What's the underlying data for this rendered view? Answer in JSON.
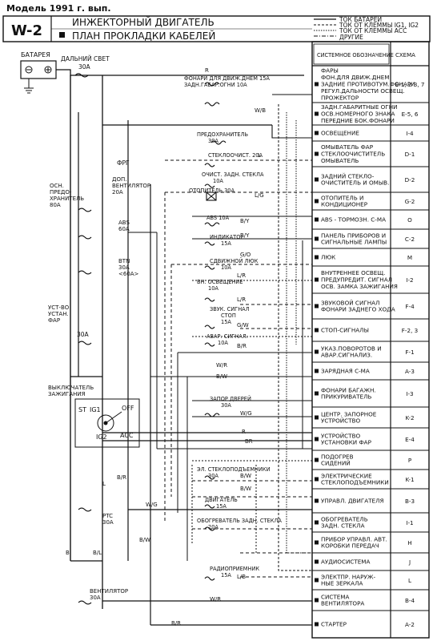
{
  "page_title": "Модель 1991 г. вып.",
  "header": {
    "code": "W-2",
    "line1": "ИНЖЕКТОРНЫЙ ДВИГАТЕЛЬ",
    "line2": "ПЛАН ПРОКЛАДКИ КАБЕЛЕЙ",
    "legend": [
      "ТОК БАТАРЕИ",
      "ТОК ОТ КЛЕММЫ IG1, IG2",
      "ТОК ОТ КЛЕММЫ АСС",
      "ДРУГИЕ"
    ]
  },
  "table_header": {
    "system": "СИСТЕМНОЕ ОБОЗНАЧЕНИЕ",
    "scheme": "СХЕМА"
  },
  "systems": [
    {
      "lines": [
        "ФАРЫ",
        "ФОН.ДЛЯ ДВИЖ.ДНЕМ",
        "ЗАДНИЕ ПРОТИВОТУМ.ФОНАРИ",
        "РЕГУЛ.ДАЛЬНОСТИ ОСВЕЩ.",
        "ПРОЖЕКТОР"
      ],
      "code": "E-1, 2 3, 7"
    },
    {
      "lines": [
        "ЗАДН.ГАБАРИТНЫЕ ОГНИ",
        "ОСВ.НОМЕРНОГО ЗНАКА",
        "ПЕРЕДНИЕ БОК.ФОНАРИ"
      ],
      "code": "E-5, 6"
    },
    {
      "lines": [
        "ОСВЕЩЕНИЕ"
      ],
      "code": "I-4"
    },
    {
      "lines": [
        "ОМЫВАТЕЛЬ ФАР",
        "СТЕКЛООЧИСТИТЕЛЬ",
        "ОМЫВАТЕЛЬ"
      ],
      "code": "D-1"
    },
    {
      "lines": [
        "ЗАДНИЙ СТЕКЛО-",
        "ОЧИСТИТЕЛЬ И ОМЫВ."
      ],
      "code": "D-2"
    },
    {
      "lines": [
        "ОТОПИТЕЛЬ И",
        "КОНДИЦИОНЕР"
      ],
      "code": "G-2"
    },
    {
      "lines": [
        "ABS - ТОРМОЗН. С-МА"
      ],
      "code": "O"
    },
    {
      "lines": [
        "ПАНЕЛЬ ПРИБОРОВ И",
        "СИГНАЛЬНЫЕ ЛАМПЫ"
      ],
      "code": "C-2"
    },
    {
      "lines": [
        "ЛЮК"
      ],
      "code": "M"
    },
    {
      "lines": [
        "ВНУТРЕННЕЕ ОСВЕЩ.",
        "ПРЕДУПРЕДИТ. СИГНАЛ",
        "ОСВ. ЗАМКА ЗАЖИГАНИЯ"
      ],
      "code": "I-2"
    },
    {
      "lines": [
        "ЗВУКОВОЙ СИГНАЛ",
        "ФОНАРИ ЗАДНЕГО ХОДА"
      ],
      "code": "F-4"
    },
    {
      "lines": [
        "СТОП-СИГНАЛЫ"
      ],
      "code": "F-2, 3"
    },
    {
      "lines": [
        "УКАЗ.ПОВОРОТОВ И",
        "АВАР.СИГНАЛИЗ."
      ],
      "code": "F-1"
    },
    {
      "lines": [
        "ЗАРЯДНАЯ С-МА"
      ],
      "code": "A-3"
    },
    {
      "lines": [
        "ФОНАРИ БАГАЖН.",
        "ПРИКУРИВАТЕЛЬ"
      ],
      "code": "I-3"
    },
    {
      "lines": [
        "ЦЕНТР. ЗАПОРНОЕ",
        "УСТРОЙСТВО"
      ],
      "code": "K-2"
    },
    {
      "lines": [
        "УСТРОЙСТВО",
        "УСТАНОВКИ ФАР"
      ],
      "code": "E-4"
    },
    {
      "lines": [
        "ПОДОГРЕВ",
        "СИДЕНИЙ"
      ],
      "code": "P"
    },
    {
      "lines": [
        "ЭЛЕКТРИЧЕСКИЕ",
        "СТЕКЛОПОДЪЕМНИКИ"
      ],
      "code": "K-1"
    },
    {
      "lines": [
        "УПРАВЛ. ДВИГАТЕЛЯ"
      ],
      "code": "B-3"
    },
    {
      "lines": [
        "ОБОГРЕВАТЕЛЬ",
        "ЗАДН. СТЕКЛА"
      ],
      "code": "I-1"
    },
    {
      "lines": [
        "ПРИБОР УПРАВЛ. АВТ.",
        "КОРОБКИ ПЕРЕДАЧ"
      ],
      "code": "H"
    },
    {
      "lines": [
        "АУДИОСИСТЕМА"
      ],
      "code": "J"
    },
    {
      "lines": [
        "ЭЛЕКТПР. НАРУЖ-",
        "НЫЕ ЗЕРКАЛА"
      ],
      "code": "L"
    },
    {
      "lines": [
        "СИСТЕМА",
        "ВЕНТИЛЯТОРА"
      ],
      "code": "B-4"
    },
    {
      "lines": [
        "СТАРТЕР"
      ],
      "code": "A-2"
    }
  ],
  "left_labels": {
    "battery": "БАТАРЕЯ",
    "high_beam": [
      "ДАЛЬНИЙ СВЕТ",
      "30A"
    ],
    "main_fuse": [
      "ОСН.",
      "ПРЕДО-",
      "ХРАНИТЕЛЬ",
      "80A"
    ],
    "frg": "ФРГ",
    "aux_fan": [
      "ДОП.",
      "ВЕНТИЛЯТОР",
      "20A"
    ],
    "abs_fuse": [
      "ABS",
      "60A"
    ],
    "btn_fuse": [
      "BTN",
      "30A",
      "<60A>"
    ],
    "headlamp_device": [
      "УСТ-ВО",
      "УСТАН.",
      "ФАР"
    ],
    "fuse_30a": "30A",
    "ignition": [
      "ВЫКЛЮЧАТЕЛЬ",
      "ЗАЖИГАНИЯ"
    ],
    "ptc": [
      "PTC",
      "30A"
    ],
    "fan": [
      "ВЕНТИЛЯТОР",
      "30A"
    ]
  },
  "fuses": [
    {
      "lines": [
        "ФОНАРИ ДЛЯ ДВИЖ.ДНЕМ 15A",
        "ЗАДН.ГАБАР.ОГНИ     10A"
      ]
    },
    {
      "lines": [
        "ПРЕДОХРАНИТЕЛЬ",
        "30A"
      ]
    },
    {
      "lines": [
        "СТЕКЛООЧИСТ. 20A"
      ]
    },
    {
      "lines": [
        "ОЧИСТ. ЗАДН. СТЕКЛА",
        "10A"
      ]
    },
    {
      "lines": [
        "ОТОПИТЕЛЬ 30A"
      ]
    },
    {
      "lines": [
        "ABS 10A"
      ]
    },
    {
      "lines": [
        "ИНДИКАТОР",
        "15A"
      ]
    },
    {
      "lines": [
        "СДВИЖНОЙ ЛЮК",
        "10A"
      ]
    },
    {
      "lines": [
        "ВН. ОСВЕЩЕНИЕ",
        "10A"
      ]
    },
    {
      "lines": [
        "ЗВУК. СИГНАЛ",
        "СТОП",
        "15A"
      ]
    },
    {
      "lines": [
        "АВАР. СИГНАЛ.",
        "10A"
      ]
    },
    {
      "lines": [
        "ЗАПОР ДВЕРЕЙ",
        "30A"
      ]
    },
    {
      "lines": [
        "ЭЛ. СТЕКЛОПОДЪЕМНИКИ",
        "30A"
      ]
    },
    {
      "lines": [
        "ДВИГАТЕЛЬ",
        "15A"
      ]
    },
    {
      "lines": [
        "ОБОГРЕВАТЕЛЬ ЗАДН. СТЕКЛА",
        "20A"
      ]
    },
    {
      "lines": [
        "РАДИОПРИЕМНИК",
        "15A"
      ]
    }
  ],
  "wire_codes": [
    "R",
    "W/B",
    "L",
    "L/G",
    "B/Y",
    "B/Y",
    "G/O",
    "L/R",
    "L/R",
    "G/W",
    "B/R",
    "W/R",
    "B/W",
    "W/G",
    "R",
    "BR",
    "B/R",
    "B/W",
    "B/W",
    "L",
    "W/G",
    "B/W",
    "B",
    "B/L",
    "L/B",
    "W/R",
    "B/R"
  ],
  "ignition_terms": [
    "ST",
    "IG1",
    "OFF",
    "IG2",
    "ACC"
  ]
}
